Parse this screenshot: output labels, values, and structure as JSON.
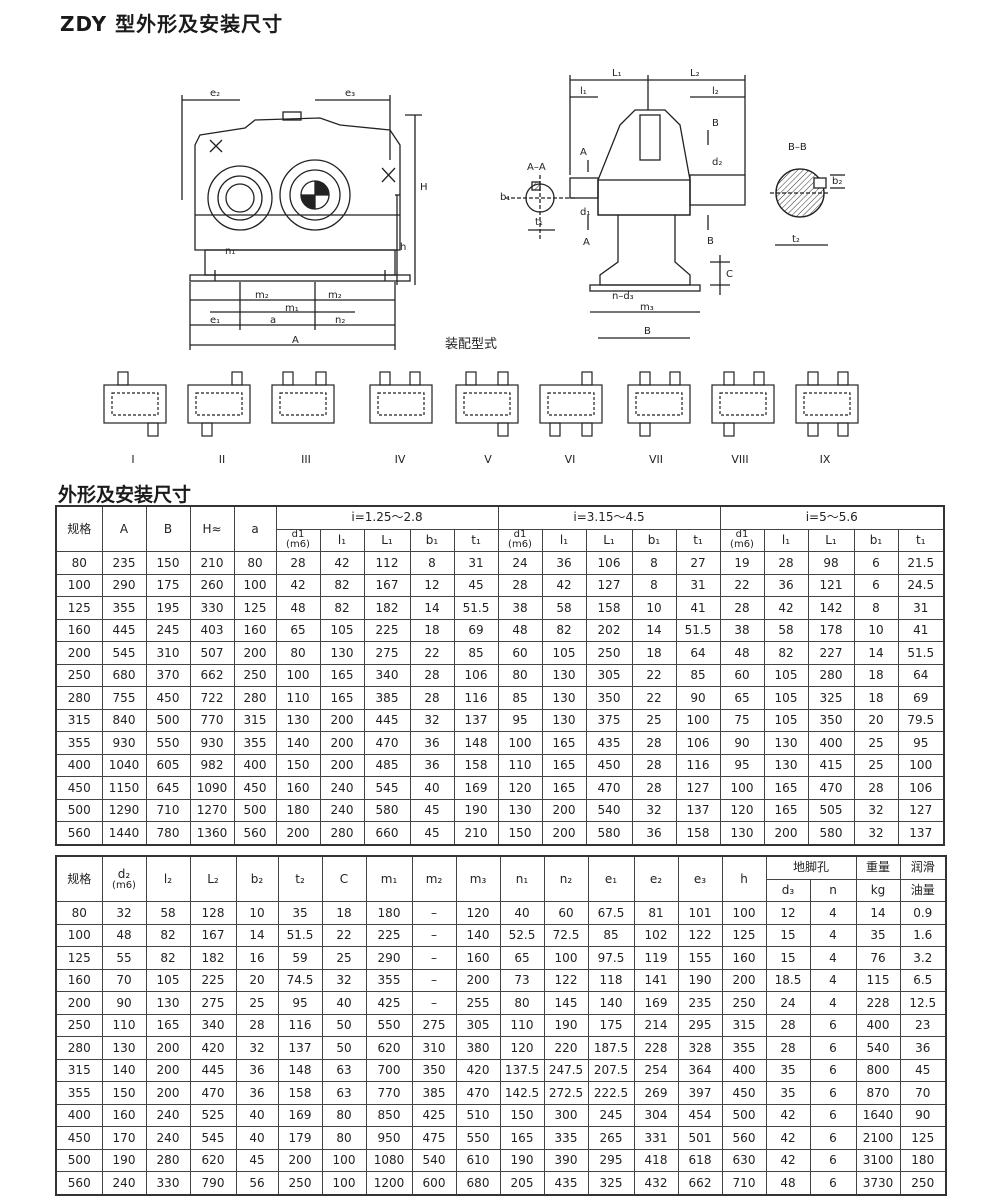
{
  "title": "ZDY 型外形及安装尺寸",
  "drawing": {
    "assembly_label": "装配型式",
    "front_labels": {
      "e2": "e₂",
      "e3": "e₃",
      "H": "H",
      "h": "h",
      "n1": "n₁",
      "m2a": "m₂",
      "m2b": "m₂",
      "m1": "m₁",
      "e1": "e₁",
      "a": "a",
      "n2": "n₂",
      "A": "A"
    },
    "side_labels": {
      "L1": "L₁",
      "L2": "L₂",
      "l1": "l₁",
      "l2": "l₂",
      "A_top": "A",
      "A_bot": "A",
      "B_top": "B",
      "B_bot": "B",
      "d1": "d₁",
      "d2": "d₂",
      "C": "C",
      "nd3": "n–d₃",
      "m3": "m₃",
      "B": "B",
      "AA": "A–A",
      "b1": "b₁",
      "t1": "t₁",
      "BB": "B–B",
      "b2": "b₂",
      "t2": "t₂"
    },
    "variants": [
      "I",
      "II",
      "III",
      "IV",
      "V",
      "VI",
      "VII",
      "VIII",
      "IX"
    ]
  },
  "section_heading": "外形及安装尺寸",
  "table1": {
    "group_headers": [
      "i=1.25～2.8",
      "i=3.15～4.5",
      "i=5～5.6"
    ],
    "main_headers": [
      "规格",
      "A",
      "B",
      "H≈",
      "a"
    ],
    "sub_headers": [
      "l₁",
      "L₁",
      "b₁",
      "t₁"
    ],
    "d1_label": "d1",
    "d1_sub": "(m6)",
    "rows": [
      [
        "80",
        "235",
        "150",
        "210",
        "80",
        "28",
        "42",
        "112",
        "8",
        "31",
        "24",
        "36",
        "106",
        "8",
        "27",
        "19",
        "28",
        "98",
        "6",
        "21.5"
      ],
      [
        "100",
        "290",
        "175",
        "260",
        "100",
        "42",
        "82",
        "167",
        "12",
        "45",
        "28",
        "42",
        "127",
        "8",
        "31",
        "22",
        "36",
        "121",
        "6",
        "24.5"
      ],
      [
        "125",
        "355",
        "195",
        "330",
        "125",
        "48",
        "82",
        "182",
        "14",
        "51.5",
        "38",
        "58",
        "158",
        "10",
        "41",
        "28",
        "42",
        "142",
        "8",
        "31"
      ],
      [
        "160",
        "445",
        "245",
        "403",
        "160",
        "65",
        "105",
        "225",
        "18",
        "69",
        "48",
        "82",
        "202",
        "14",
        "51.5",
        "38",
        "58",
        "178",
        "10",
        "41"
      ],
      [
        "200",
        "545",
        "310",
        "507",
        "200",
        "80",
        "130",
        "275",
        "22",
        "85",
        "60",
        "105",
        "250",
        "18",
        "64",
        "48",
        "82",
        "227",
        "14",
        "51.5"
      ],
      [
        "250",
        "680",
        "370",
        "662",
        "250",
        "100",
        "165",
        "340",
        "28",
        "106",
        "80",
        "130",
        "305",
        "22",
        "85",
        "60",
        "105",
        "280",
        "18",
        "64"
      ],
      [
        "280",
        "755",
        "450",
        "722",
        "280",
        "110",
        "165",
        "385",
        "28",
        "116",
        "85",
        "130",
        "350",
        "22",
        "90",
        "65",
        "105",
        "325",
        "18",
        "69"
      ],
      [
        "315",
        "840",
        "500",
        "770",
        "315",
        "130",
        "200",
        "445",
        "32",
        "137",
        "95",
        "130",
        "375",
        "25",
        "100",
        "75",
        "105",
        "350",
        "20",
        "79.5"
      ],
      [
        "355",
        "930",
        "550",
        "930",
        "355",
        "140",
        "200",
        "470",
        "36",
        "148",
        "100",
        "165",
        "435",
        "28",
        "106",
        "90",
        "130",
        "400",
        "25",
        "95"
      ],
      [
        "400",
        "1040",
        "605",
        "982",
        "400",
        "150",
        "200",
        "485",
        "36",
        "158",
        "110",
        "165",
        "450",
        "28",
        "116",
        "95",
        "130",
        "415",
        "25",
        "100"
      ],
      [
        "450",
        "1150",
        "645",
        "1090",
        "450",
        "160",
        "240",
        "545",
        "40",
        "169",
        "120",
        "165",
        "470",
        "28",
        "127",
        "100",
        "165",
        "470",
        "28",
        "106"
      ],
      [
        "500",
        "1290",
        "710",
        "1270",
        "500",
        "180",
        "240",
        "580",
        "45",
        "190",
        "130",
        "200",
        "540",
        "32",
        "137",
        "120",
        "165",
        "505",
        "32",
        "127"
      ],
      [
        "560",
        "1440",
        "780",
        "1360",
        "560",
        "200",
        "280",
        "660",
        "45",
        "210",
        "150",
        "200",
        "580",
        "36",
        "158",
        "130",
        "200",
        "580",
        "32",
        "137"
      ]
    ]
  },
  "table2": {
    "headers": [
      "规格",
      "d₂",
      "(m6)",
      "l₂",
      "L₂",
      "b₂",
      "t₂",
      "C",
      "m₁",
      "m₂",
      "m₃",
      "n₁",
      "n₂",
      "e₁",
      "e₂",
      "e₃",
      "h",
      "地脚孔",
      "d₃",
      "n",
      "重量",
      "kg",
      "润滑",
      "油量"
    ],
    "rows": [
      [
        "80",
        "32",
        "58",
        "128",
        "10",
        "35",
        "18",
        "180",
        "–",
        "120",
        "40",
        "60",
        "67.5",
        "81",
        "101",
        "100",
        "12",
        "4",
        "14",
        "0.9"
      ],
      [
        "100",
        "48",
        "82",
        "167",
        "14",
        "51.5",
        "22",
        "225",
        "–",
        "140",
        "52.5",
        "72.5",
        "85",
        "102",
        "122",
        "125",
        "15",
        "4",
        "35",
        "1.6"
      ],
      [
        "125",
        "55",
        "82",
        "182",
        "16",
        "59",
        "25",
        "290",
        "–",
        "160",
        "65",
        "100",
        "97.5",
        "119",
        "155",
        "160",
        "15",
        "4",
        "76",
        "3.2"
      ],
      [
        "160",
        "70",
        "105",
        "225",
        "20",
        "74.5",
        "32",
        "355",
        "–",
        "200",
        "73",
        "122",
        "118",
        "141",
        "190",
        "200",
        "18.5",
        "4",
        "115",
        "6.5"
      ],
      [
        "200",
        "90",
        "130",
        "275",
        "25",
        "95",
        "40",
        "425",
        "–",
        "255",
        "80",
        "145",
        "140",
        "169",
        "235",
        "250",
        "24",
        "4",
        "228",
        "12.5"
      ],
      [
        "250",
        "110",
        "165",
        "340",
        "28",
        "116",
        "50",
        "550",
        "275",
        "305",
        "110",
        "190",
        "175",
        "214",
        "295",
        "315",
        "28",
        "6",
        "400",
        "23"
      ],
      [
        "280",
        "130",
        "200",
        "420",
        "32",
        "137",
        "50",
        "620",
        "310",
        "380",
        "120",
        "220",
        "187.5",
        "228",
        "328",
        "355",
        "28",
        "6",
        "540",
        "36"
      ],
      [
        "315",
        "140",
        "200",
        "445",
        "36",
        "148",
        "63",
        "700",
        "350",
        "420",
        "137.5",
        "247.5",
        "207.5",
        "254",
        "364",
        "400",
        "35",
        "6",
        "800",
        "45"
      ],
      [
        "355",
        "150",
        "200",
        "470",
        "36",
        "158",
        "63",
        "770",
        "385",
        "470",
        "142.5",
        "272.5",
        "222.5",
        "269",
        "397",
        "450",
        "35",
        "6",
        "870",
        "70"
      ],
      [
        "400",
        "160",
        "240",
        "525",
        "40",
        "169",
        "80",
        "850",
        "425",
        "510",
        "150",
        "300",
        "245",
        "304",
        "454",
        "500",
        "42",
        "6",
        "1640",
        "90"
      ],
      [
        "450",
        "170",
        "240",
        "545",
        "40",
        "179",
        "80",
        "950",
        "475",
        "550",
        "165",
        "335",
        "265",
        "331",
        "501",
        "560",
        "42",
        "6",
        "2100",
        "125"
      ],
      [
        "500",
        "190",
        "280",
        "620",
        "45",
        "200",
        "100",
        "1080",
        "540",
        "610",
        "190",
        "390",
        "295",
        "418",
        "618",
        "630",
        "42",
        "6",
        "3100",
        "180"
      ],
      [
        "560",
        "240",
        "330",
        "790",
        "56",
        "250",
        "100",
        "1200",
        "600",
        "680",
        "205",
        "435",
        "325",
        "432",
        "662",
        "710",
        "48",
        "6",
        "3730",
        "250"
      ]
    ]
  }
}
